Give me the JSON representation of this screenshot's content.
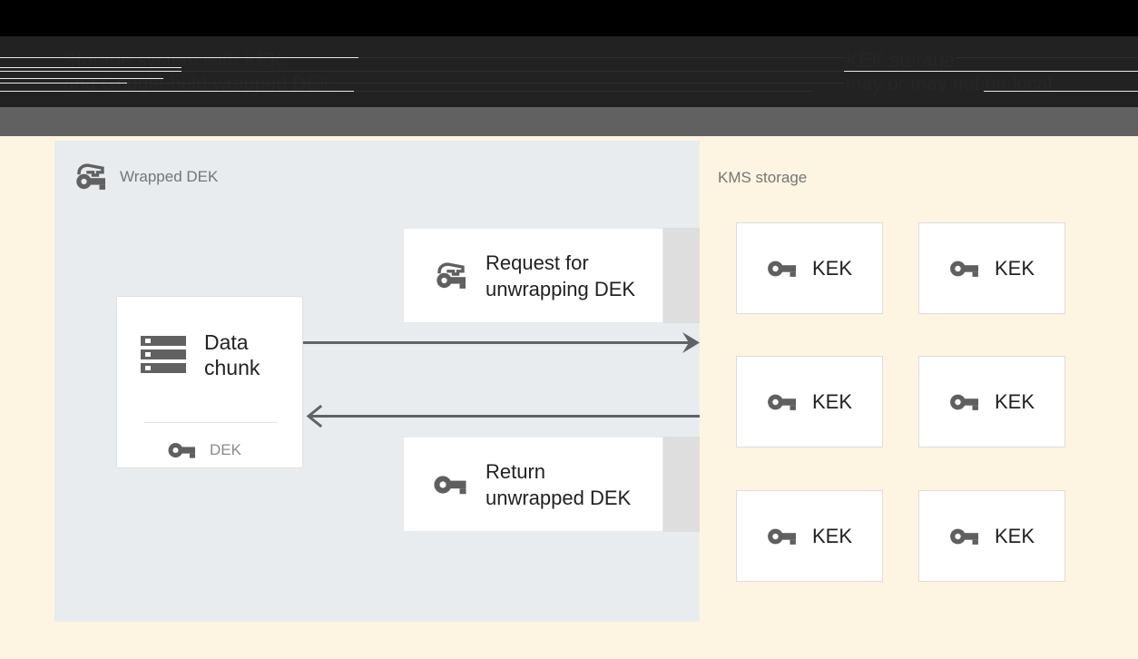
{
  "banner": {
    "left_text": "Storage system with KEK\nand Google-held wrapped DEK",
    "right_text": "KEK storage\nmay or may not be local"
  },
  "left_panel": {
    "title": "Wrapped DEK",
    "icon": "wrapped-key-icon",
    "data_chunk_card": {
      "icon": "data-chunk-icon",
      "label": "Data\nchunk",
      "key_icon": "key-icon",
      "key_label": "DEK"
    },
    "messages": [
      {
        "id": "request",
        "icon": "wrapped-key-icon",
        "label": "Request for\nunwrapping DEK"
      },
      {
        "id": "return",
        "icon": "key-icon",
        "label": "Return\nunwrapped DEK"
      }
    ],
    "arrows": [
      {
        "id": "request-arrow",
        "direction": "right"
      },
      {
        "id": "return-arrow",
        "direction": "left"
      }
    ]
  },
  "right_panel": {
    "title": "KMS storage",
    "keks": [
      {
        "icon": "key-icon",
        "label": "KEK"
      },
      {
        "icon": "key-icon",
        "label": "KEK"
      },
      {
        "icon": "key-icon",
        "label": "KEK"
      },
      {
        "icon": "key-icon",
        "label": "KEK"
      },
      {
        "icon": "key-icon",
        "label": "KEK"
      },
      {
        "icon": "key-icon",
        "label": "KEK"
      }
    ]
  },
  "colors": {
    "banner_bg": "#000000",
    "banner_dark": "#222222",
    "banner_grey": "#616161",
    "page_cream": "#fdf5e2",
    "panel_left": "#e8ecef",
    "card_white": "#ffffff",
    "strip_grey": "#dedede",
    "icon_grey": "#616161",
    "text_dark": "#212121",
    "text_muted": "#757575",
    "arrow": "#5f6368"
  }
}
